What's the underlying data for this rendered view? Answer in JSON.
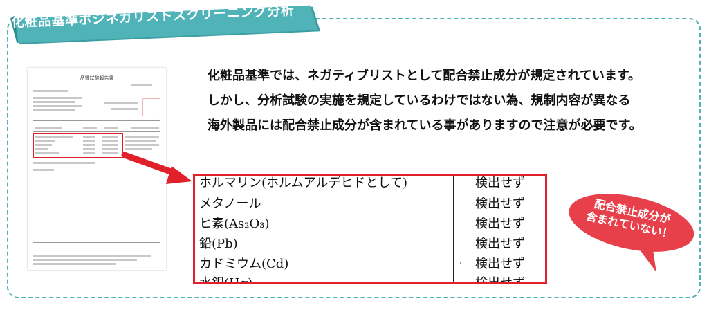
{
  "header": {
    "ribbon_title": "化粧品基準ポジネガリストスクリーニング分析",
    "ribbon_color": "#4fb3b8"
  },
  "report_thumbnail": {
    "title": "品質試験報告書"
  },
  "statement": {
    "lines": [
      "化粧品基準では、ネガティブリストとして配合禁止成分が規定されています。",
      "しかし、分析試験の実施を規定しているわけではない為、規制内容が異なる",
      "海外製品には配合禁止成分が含まれている事がありますので注意が必要です。"
    ]
  },
  "results": {
    "rows": [
      {
        "name": "ホルマリン(ホルムアルデヒドとして)",
        "result": "検出せず"
      },
      {
        "name": "メタノール",
        "result": "検出せず"
      },
      {
        "name": "ヒ素(As₂O₃)",
        "result": "検出せず"
      },
      {
        "name": "鉛(Pb)",
        "result": "検出せず"
      },
      {
        "name": "カドミウム(Cd)",
        "result": "検出せず"
      },
      {
        "name": "水銀(Hg)",
        "result": "検出せず"
      }
    ],
    "border_color": "#e0202a"
  },
  "callout": {
    "line1": "配合禁止成分が",
    "line2": "含まれていない！",
    "color": "#e8404a"
  }
}
